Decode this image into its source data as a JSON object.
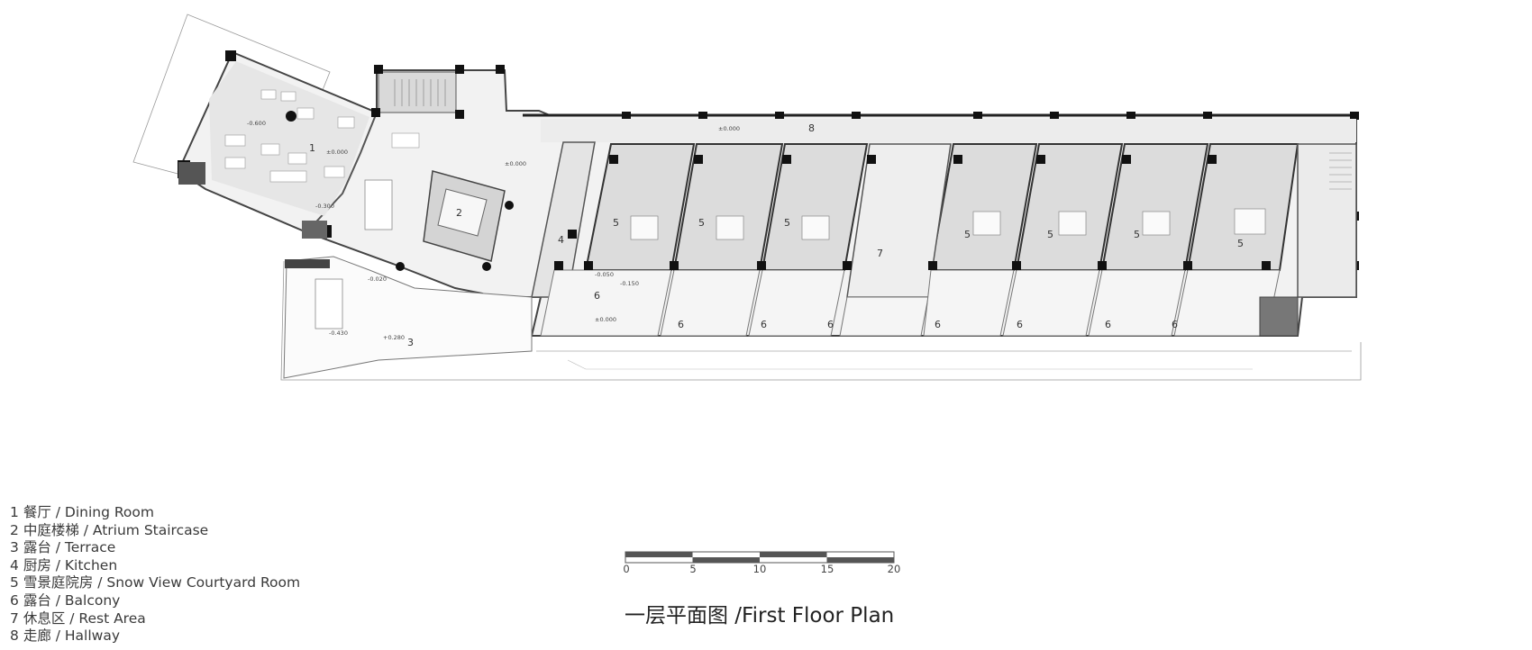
{
  "legend": [
    {
      "num": "1",
      "label": "餐厅 / Dining Room"
    },
    {
      "num": "2",
      "label": "中庭楼梯 / Atrium Staircase"
    },
    {
      "num": "3",
      "label": "露台 / Terrace"
    },
    {
      "num": "4",
      "label": "厨房 / Kitchen"
    },
    {
      "num": "5",
      "label": "雪景庭院房 / Snow View Courtyard Room"
    },
    {
      "num": "6",
      "label": "露台 / Balcony"
    },
    {
      "num": "7",
      "label": "休息区 / Rest Area"
    },
    {
      "num": "8",
      "label": "走廊 / Hallway"
    }
  ],
  "scale_bar": {
    "ticks": [
      "0",
      "5",
      "10",
      "15",
      "20"
    ]
  },
  "title": "一层平面图 /First Floor Plan",
  "room_tags": {
    "r1": "1",
    "r2": "2",
    "r3": "3",
    "r4": "4",
    "r5a": "5",
    "r5b": "5",
    "r5c": "5",
    "r5d": "5",
    "r5e": "5",
    "r5f": "5",
    "r5g": "5",
    "r6a": "6",
    "r6b": "6",
    "r6c": "6",
    "r6d": "6",
    "r6e": "6",
    "r6f": "6",
    "r6g": "6",
    "r6h": "6",
    "r7": "7",
    "r8": "8"
  },
  "levels": {
    "l1": "-0.600",
    "l2": "±0.000",
    "l3": "-0.300",
    "l4": "±0.000",
    "l5": "-0.020",
    "l6": "-0.430",
    "l7": "+0.280",
    "l8": "-0.050",
    "l9": "-0.150",
    "l10": "±0.000",
    "l11": "±0.000"
  }
}
